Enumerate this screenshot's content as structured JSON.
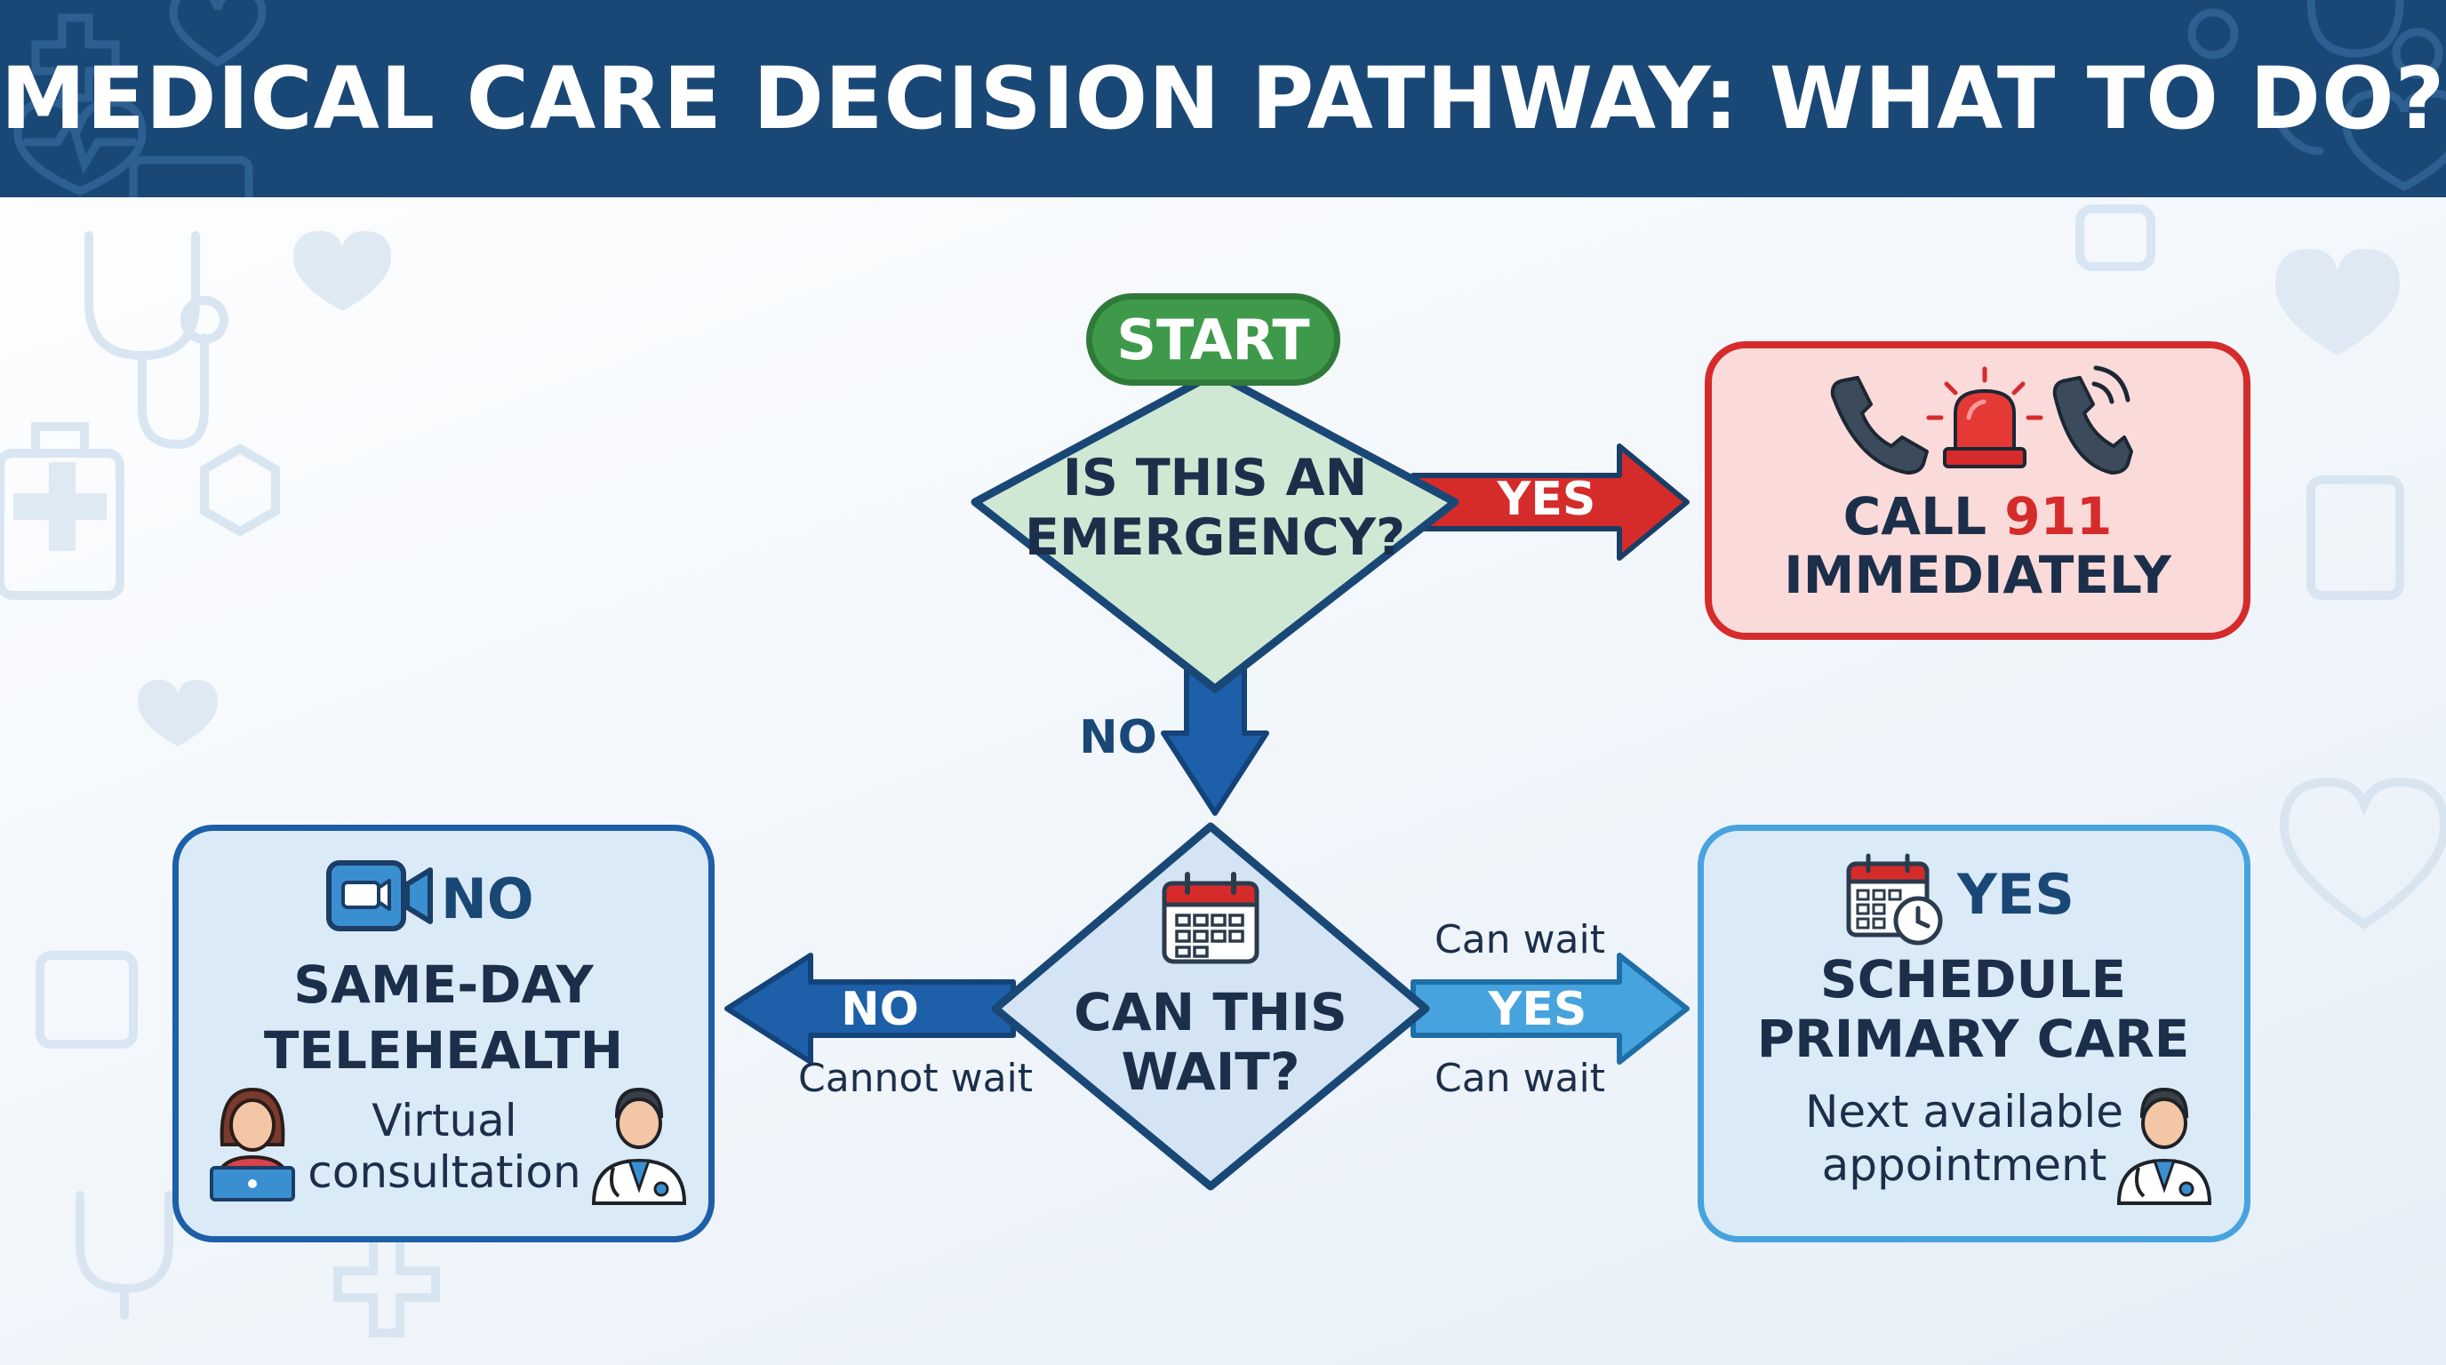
{
  "title": "MEDICAL CARE DECISION PATHWAY: WHAT TO DO?",
  "colors": {
    "header_bg": "#1a4876",
    "start_green": "#3e9a4a",
    "decision_green_fill": "#cfe8d4",
    "emergency_red": "#d62b2b",
    "emergency_fill": "#fbdada",
    "primary_blue": "#1d5fa8",
    "light_blue": "#46a3dd",
    "panel_fill": "#dbeaf7"
  },
  "start": {
    "label": "START"
  },
  "decision1": {
    "question_line1": "IS THIS AN",
    "question_line2": "EMERGENCY?",
    "yes_label": "YES",
    "no_label": "NO"
  },
  "emergency_box": {
    "icons": [
      "phone-icon",
      "siren-icon",
      "ringing-phone-icon"
    ],
    "line1_prefix": "CALL ",
    "line1_number": "911",
    "line2": "IMMEDIATELY"
  },
  "decision2": {
    "icon": "calendar-icon",
    "question_line1": "CAN THIS",
    "question_line2": "WAIT?",
    "no_label": "NO",
    "no_caption": "Cannot wait",
    "yes_label": "YES",
    "yes_caption_top": "Can wait",
    "yes_caption_bottom": "Can wait"
  },
  "telehealth_box": {
    "icons": [
      "video-camera-icon",
      "woman-laptop-icon",
      "doctor-icon"
    ],
    "badge": "NO",
    "heading_line1": "SAME-DAY",
    "heading_line2": "TELEHEALTH",
    "sub_line1": "Virtual",
    "sub_line2": "consultation"
  },
  "primary_care_box": {
    "icons": [
      "calendar-clock-icon",
      "doctor-icon"
    ],
    "badge": "YES",
    "heading_line1": "SCHEDULE",
    "heading_line2": "PRIMARY CARE",
    "sub_line1": "Next available",
    "sub_line2": "appointment"
  }
}
